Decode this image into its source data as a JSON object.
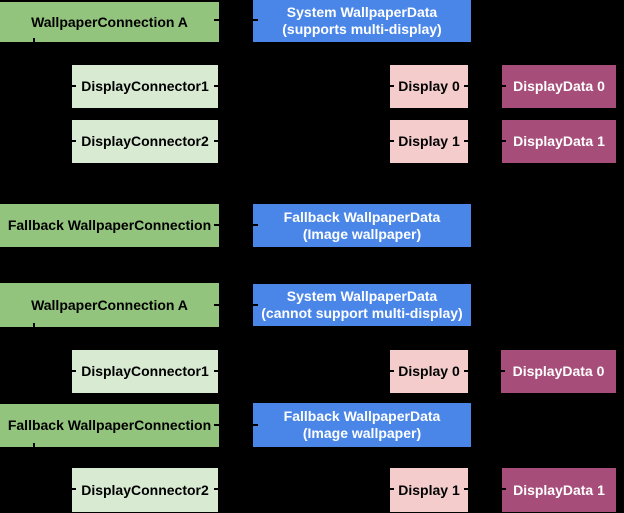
{
  "palette": {
    "background": "#000000",
    "connection_green": "#93C47D",
    "connector_light_green": "#D9EAD3",
    "data_blue": "#4A86E8",
    "display_pink": "#F4CCCC",
    "display_data_maroon": "#A64D79",
    "text_dark": "#000000",
    "text_light": "#FFFFFF",
    "connector_line_black": "#000000"
  },
  "diagram": {
    "nodes": [
      {
        "name": "wallpaper-connection-a",
        "variant": "connection_green",
        "line1": "WallpaperConnection A"
      },
      {
        "name": "system-wallpaper-data-multi",
        "variant": "data_blue",
        "line1": "System WallpaperData",
        "line2": "(supports multi-display)"
      },
      {
        "name": "display-connector-1",
        "variant": "connector_light_green",
        "line1": "DisplayConnector1"
      },
      {
        "name": "display-0",
        "variant": "display_pink",
        "line1": "Display 0"
      },
      {
        "name": "display-data-0",
        "variant": "display_data_maroon",
        "line1": "DisplayData 0"
      },
      {
        "name": "display-connector-2",
        "variant": "connector_light_green",
        "line1": "DisplayConnector2"
      },
      {
        "name": "display-1",
        "variant": "display_pink",
        "line1": "Display 1"
      },
      {
        "name": "display-data-1",
        "variant": "display_data_maroon",
        "line1": "DisplayData 1"
      },
      {
        "name": "fallback-wallpaper-connection",
        "variant": "connection_green",
        "line1": "Fallback WallpaperConnection"
      },
      {
        "name": "fallback-wallpaper-data",
        "variant": "data_blue",
        "line1": "Fallback WallpaperData",
        "line2": "(Image wallpaper)"
      },
      {
        "name": "wallpaper-connection-a",
        "variant": "connection_green",
        "line1": "WallpaperConnection A"
      },
      {
        "name": "system-wallpaper-data-no-multi",
        "variant": "data_blue",
        "line1": "System WallpaperData",
        "line2": "(cannot support multi-display)"
      },
      {
        "name": "display-connector-1",
        "variant": "connector_light_green",
        "line1": "DisplayConnector1"
      },
      {
        "name": "display-0",
        "variant": "display_pink",
        "line1": "Display 0"
      },
      {
        "name": "display-data-0",
        "variant": "display_data_maroon",
        "line1": "DisplayData 0"
      },
      {
        "name": "fallback-wallpaper-connection",
        "variant": "connection_green",
        "line1": "Fallback WallpaperConnection"
      },
      {
        "name": "fallback-wallpaper-data",
        "variant": "data_blue",
        "line1": "Fallback WallpaperData",
        "line2": "(Image wallpaper)"
      },
      {
        "name": "display-connector-2",
        "variant": "connector_light_green",
        "line1": "DisplayConnector2"
      },
      {
        "name": "display-1",
        "variant": "display_pink",
        "line1": "Display 1"
      },
      {
        "name": "display-data-1",
        "variant": "display_data_maroon",
        "line1": "DisplayData 1"
      }
    ]
  }
}
